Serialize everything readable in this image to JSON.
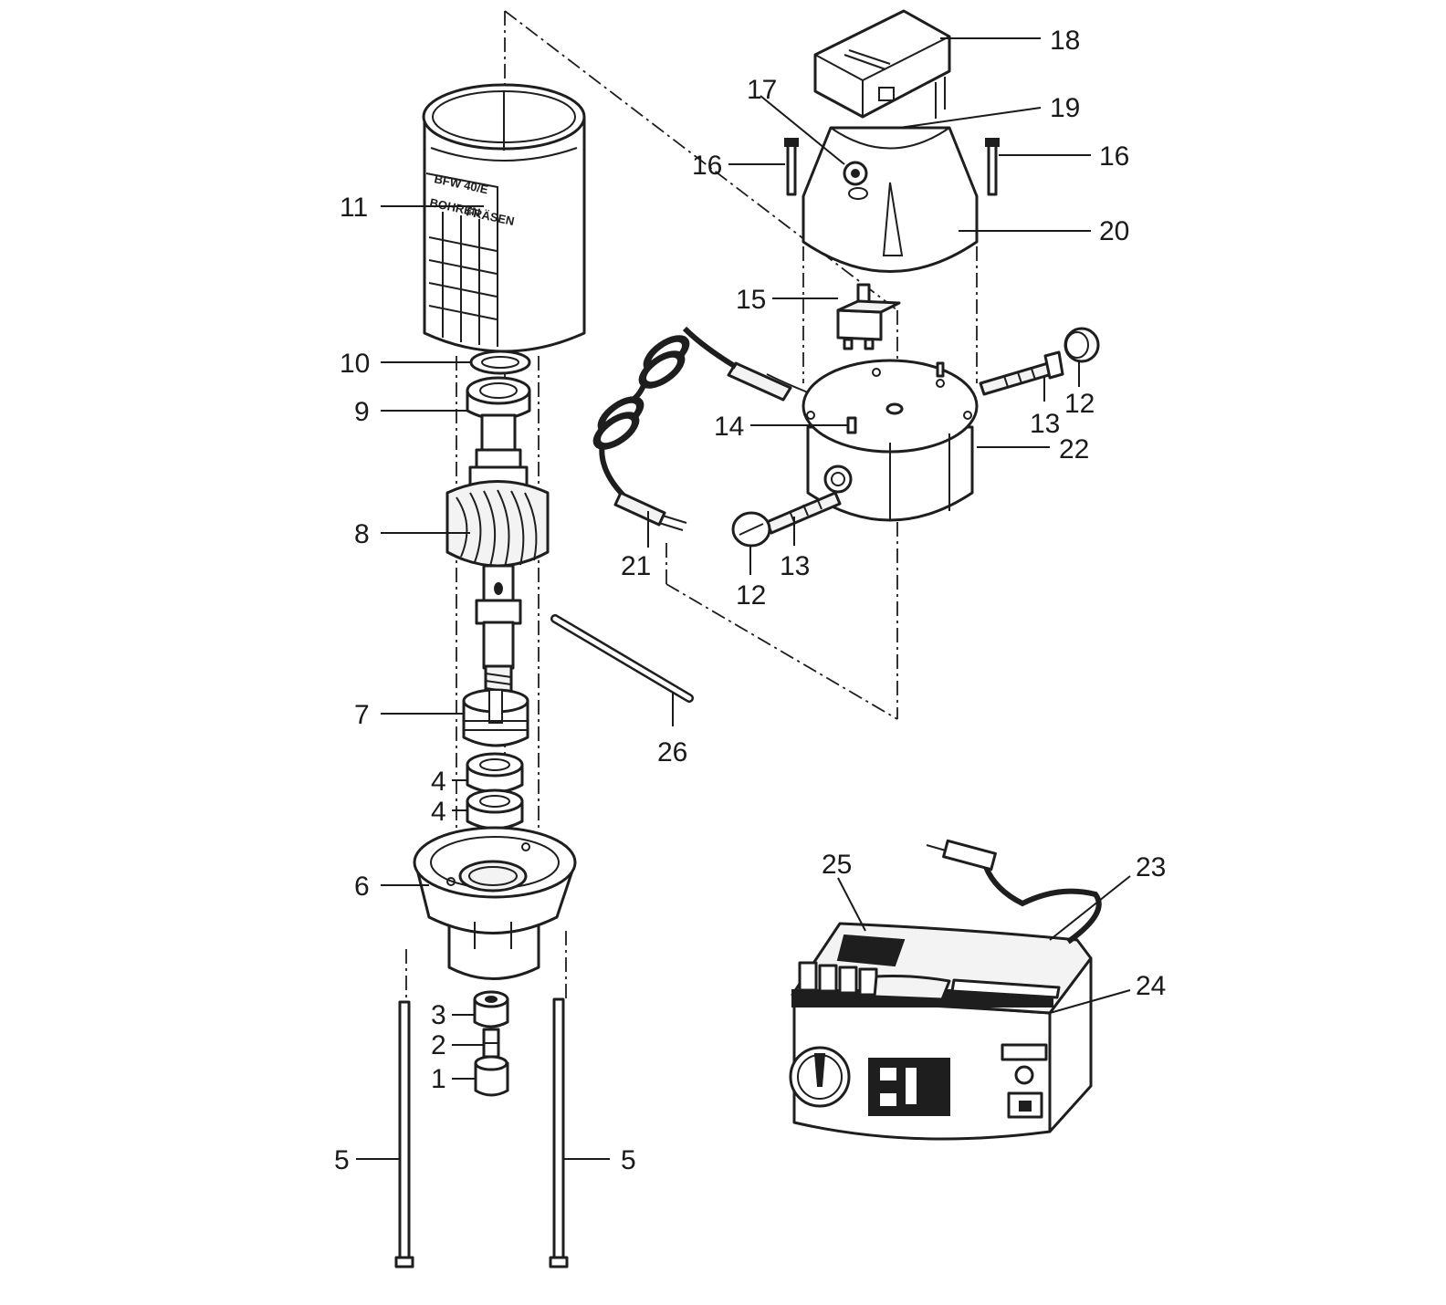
{
  "diagram": {
    "callouts": {
      "p1": "1",
      "p2": "2",
      "p3": "3",
      "p4a": "4",
      "p4b": "4",
      "p5a": "5",
      "p5b": "5",
      "p6": "6",
      "p7": "7",
      "p8": "8",
      "p9": "9",
      "p10": "10",
      "p11": "11",
      "p12a": "12",
      "p12b": "12",
      "p13a": "13",
      "p13b": "13",
      "p14": "14",
      "p15": "15",
      "p16a": "16",
      "p16b": "16",
      "p17": "17",
      "p18": "18",
      "p19": "19",
      "p20": "20",
      "p21": "21",
      "p22": "22",
      "p23": "23",
      "p24": "24",
      "p25": "25",
      "p26": "26"
    },
    "printed_text": {
      "housing_label": "BFW 40/E",
      "housing_column_1": "BOHREN",
      "housing_column_2": "FRÄSEN"
    }
  }
}
